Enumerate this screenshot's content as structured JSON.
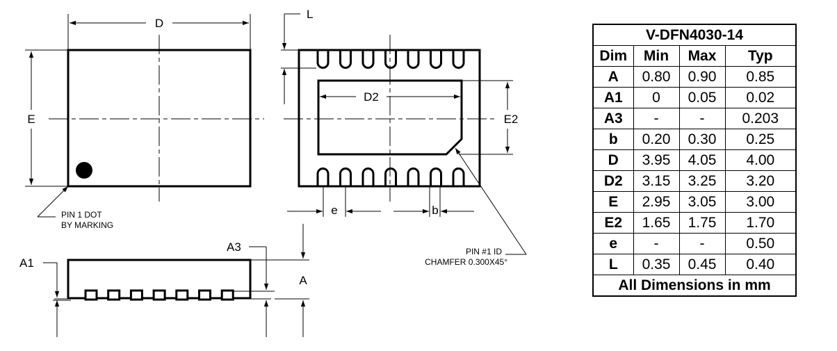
{
  "labels": {
    "D": "D",
    "E": "E",
    "L": "L",
    "D2": "D2",
    "E2": "E2",
    "e": "e",
    "b": "b",
    "A": "A",
    "A1": "A1",
    "A3": "A3",
    "pin1_dot": [
      "PIN 1 DOT",
      "BY MARKING"
    ],
    "pin1_id": [
      "PIN #1 ID",
      "CHAMFER 0.300X45°"
    ]
  },
  "table": {
    "title": "V-DFN4030-14",
    "headers": [
      "Dim",
      "Min",
      "Max",
      "Typ"
    ],
    "rows": [
      [
        "A",
        "0.80",
        "0.90",
        "0.85"
      ],
      [
        "A1",
        "0",
        "0.05",
        "0.02"
      ],
      [
        "A3",
        "-",
        "-",
        "0.203"
      ],
      [
        "b",
        "0.20",
        "0.30",
        "0.25"
      ],
      [
        "D",
        "3.95",
        "4.05",
        "4.00"
      ],
      [
        "D2",
        "3.15",
        "3.25",
        "3.20"
      ],
      [
        "E",
        "2.95",
        "3.05",
        "3.00"
      ],
      [
        "E2",
        "1.65",
        "1.75",
        "1.70"
      ],
      [
        "e",
        "-",
        "-",
        "0.50"
      ],
      [
        "L",
        "0.35",
        "0.45",
        "0.40"
      ]
    ],
    "footer": "All Dimensions in mm"
  }
}
